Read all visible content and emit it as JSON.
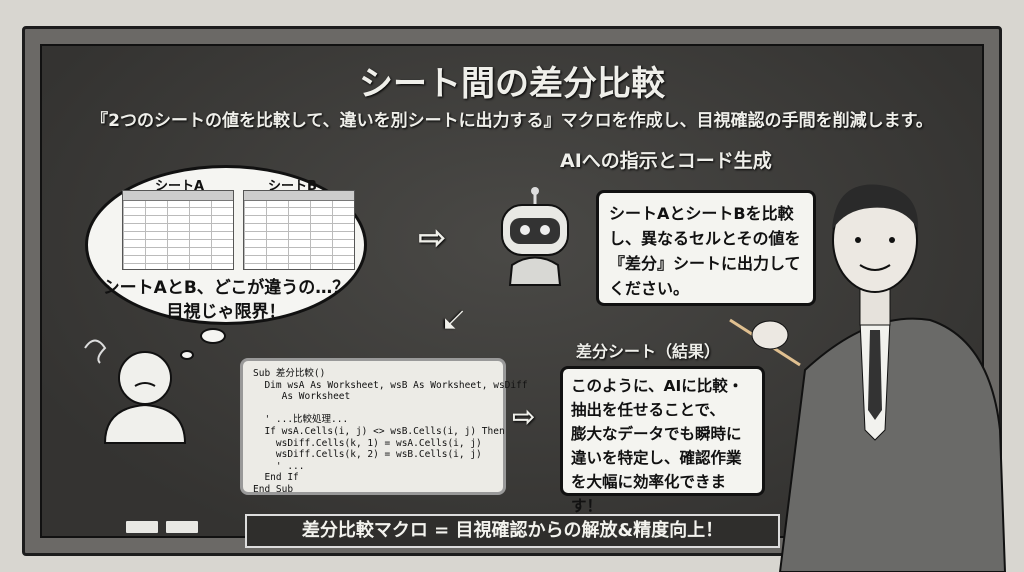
{
  "title": "シート間の差分比較",
  "subtitle": "『2つのシートの値を比較して、違いを別シートに出力する』マクロを作成し、目視確認の手間を削減します。",
  "thought": {
    "sheet_a": "シートA",
    "sheet_b": "シートB",
    "lines": [
      "シートAとB、どこが違うの…？",
      "目視じゃ限界！"
    ]
  },
  "ai_section": {
    "heading": "AIへの指示とコード生成",
    "prompt_lines": [
      "シートAとシートBを比較",
      "し、異なるセルとその値を",
      "『差分』シートに出力して",
      "ください。"
    ]
  },
  "code_lines": [
    "Sub 差分比較()",
    "  Dim wsA As Worksheet, wsB As Worksheet, wsDiff",
    "     As Worksheet",
    "",
    "  ' ...比較処理...",
    "  If wsA.Cells(i, j) <> wsB.Cells(i, j) Then",
    "    wsDiff.Cells(k, 1) = wsA.Cells(i, j)",
    "    wsDiff.Cells(k, 2) = wsB.Cells(i, j)",
    "    ' ...",
    "  End If",
    "End Sub"
  ],
  "result": {
    "heading": "差分シート（結果）",
    "lines": [
      "このように、AIに比較・",
      "抽出を任せることで、",
      "膨大なデータでも瞬時に",
      "違いを特定し、確認作業",
      "を大幅に効率化できます！"
    ]
  },
  "banner": "差分比較マクロ = 目視確認からの解放&精度向上！"
}
